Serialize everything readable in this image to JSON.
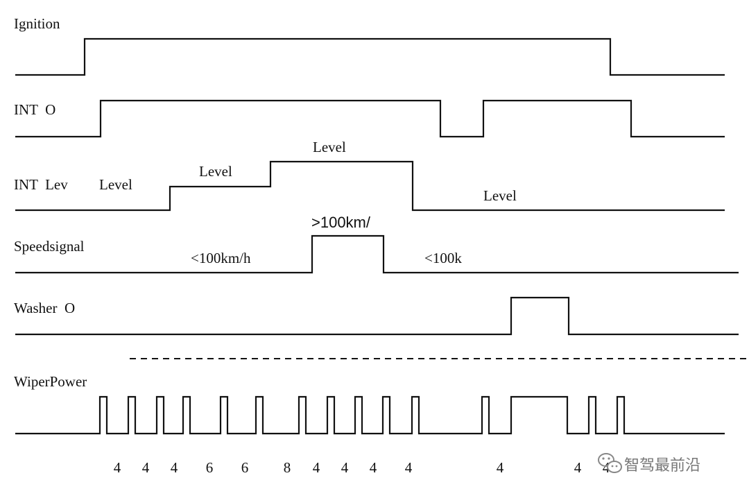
{
  "signals": {
    "ignition": "Ignition",
    "int_o": "INT  O",
    "int_lev": "INT  Lev",
    "speedsignal": "Speedsignal",
    "washer_o": "Washer  O",
    "wiperpower": "WiperPower"
  },
  "annotations": {
    "level_1": "Level",
    "level_2": "Level",
    "level_3": "Level",
    "level_4": "Level",
    "speed_low_1": "<100km/h",
    "speed_high": ">100km/",
    "speed_low_2": "<100k"
  },
  "wiper_counts": [
    "4",
    "4",
    "4",
    "6",
    "6",
    "8",
    "4",
    "4",
    "4",
    "4",
    "4",
    "4",
    "4"
  ],
  "watermark": {
    "icon": "wechat-icon",
    "text": "智驾最前沿"
  }
}
